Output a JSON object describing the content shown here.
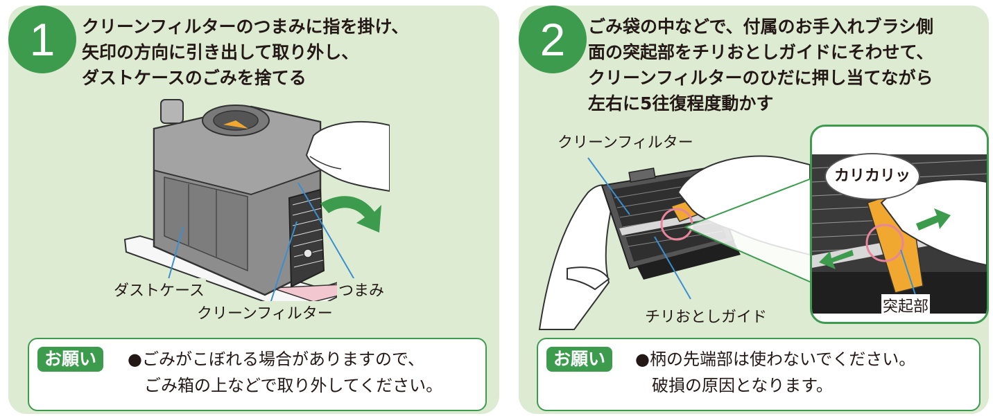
{
  "step1": {
    "number": "1",
    "instruction": "クリーンフィルターのつまみに指を掛け、\n矢印の方向に引き出して取り外し、\nダストケースのごみを捨てる",
    "labels": {
      "dust_case": "ダストケース",
      "knob": "つまみ",
      "clean_filter": "クリーンフィルター"
    },
    "note": {
      "badge": "お願い",
      "text": "●ごみがこぼれる場合がありますので、\n　ごみ箱の上などで取り外してください。"
    }
  },
  "step2": {
    "number": "2",
    "instruction": "ごみ袋の中などで、付属のお手入れブラシ側\n面の突起部をチリおとしガイドにそわせて、\nクリーンフィルターのひだに押し当てながら\n左右に5往復程度動かす",
    "labels": {
      "clean_filter": "クリーンフィルター",
      "dust_guide": "チリおとしガイド",
      "protrusion": "突起部",
      "sound": "カリカリッ"
    },
    "note": {
      "badge": "お願い",
      "text": "●柄の先端部は使わないでください。\n　破損の原因となります。"
    }
  },
  "colors": {
    "panel_bg": "#dcebd2",
    "accent_green": "#3d9b4e",
    "brush_orange": "#f0a830",
    "highlight_pink": "#e8849c"
  }
}
